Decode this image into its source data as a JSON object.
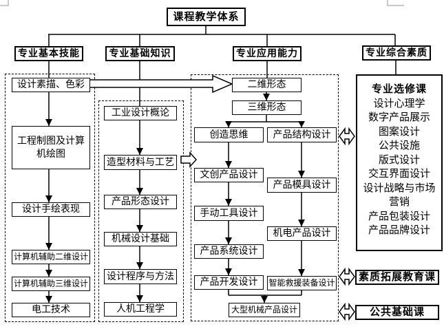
{
  "root": "课程教学体系",
  "branches": [
    "专业基本技能",
    "专业基础知识",
    "专业应用能力",
    "专业综合素质"
  ],
  "col1": [
    "设计素描、色彩",
    "工程制图及计算机绘图",
    "设计手绘表现",
    "计算机辅助二维设计",
    "计算机辅助三维设计",
    "电工技术"
  ],
  "col2": [
    "工业设计概论",
    "造型材料与工艺",
    "产品形态设计",
    "机械设计基础",
    "设计程序与方法",
    "人机工程学"
  ],
  "col3": {
    "chain": [
      "二维形态",
      "三维形态"
    ],
    "left": [
      "创造思维",
      "文创产品设计",
      "手动工具设计",
      "产品系统设计",
      "产品开发设计"
    ],
    "right": [
      "产品结构设计",
      "产品模具设计",
      "机电产品设计",
      "智能救援装备设计"
    ],
    "merge": "大型机械产品设计"
  },
  "electives": {
    "title": "专业选修课",
    "lines": [
      "设计心理学",
      "数字产品展示",
      "图案设计",
      "公共设施",
      "版式设计",
      "交互界面设计",
      "设计战略与市场",
      "营销",
      "产品包装设计",
      "产品品牌设计"
    ]
  },
  "extras": [
    "素质拓展教育课",
    "公共基础课"
  ],
  "colors": {
    "line": "#000000",
    "background": "#ffffff",
    "crop_mark": "#c9c9c9"
  }
}
